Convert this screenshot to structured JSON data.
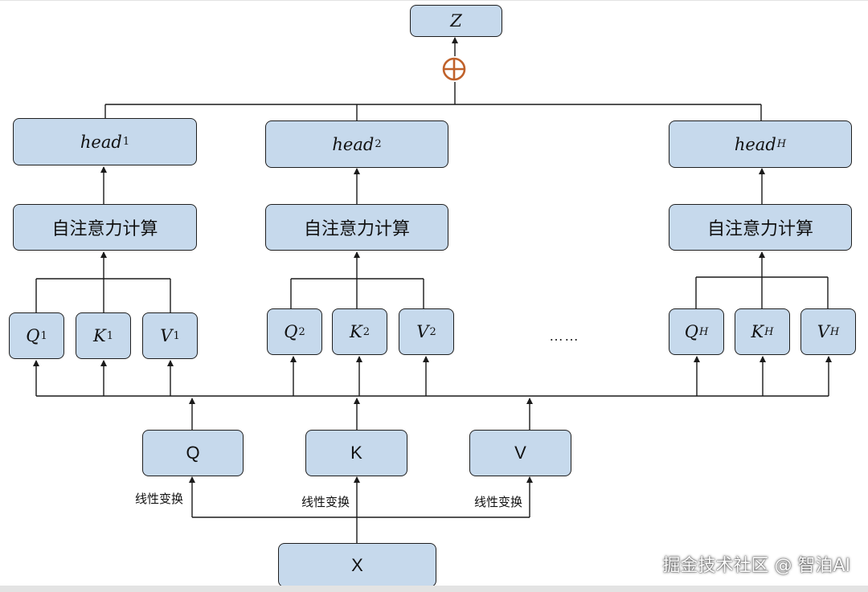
{
  "output": {
    "base": "Z",
    "sub": ""
  },
  "concat_symbol": "⊕",
  "heads": [
    {
      "base": "head",
      "sub": "1"
    },
    {
      "base": "head",
      "sub": "2"
    },
    {
      "base": "head",
      "sub": "H"
    }
  ],
  "attention_label": "自注意力计算",
  "split": [
    {
      "q": {
        "base": "Q",
        "sub": "1"
      },
      "k": {
        "base": "K",
        "sub": "1"
      },
      "v": {
        "base": "V",
        "sub": "1"
      }
    },
    {
      "q": {
        "base": "Q",
        "sub": "2"
      },
      "k": {
        "base": "K",
        "sub": "2"
      },
      "v": {
        "base": "V",
        "sub": "2"
      }
    },
    {
      "q": {
        "base": "Q",
        "sub": "H"
      },
      "k": {
        "base": "K",
        "sub": "H"
      },
      "v": {
        "base": "V",
        "sub": "H"
      }
    }
  ],
  "ellipsis": "……",
  "projections": {
    "q": "Q",
    "k": "K",
    "v": "V"
  },
  "transform_label": "线性变换",
  "input": "X",
  "watermark": "掘金技术社区 @ 智泊AI",
  "colors": {
    "box_fill": "#c6d9ec",
    "box_border": "#1f1f1f",
    "concat": "#c0622b",
    "line": "#1a1a1a"
  }
}
